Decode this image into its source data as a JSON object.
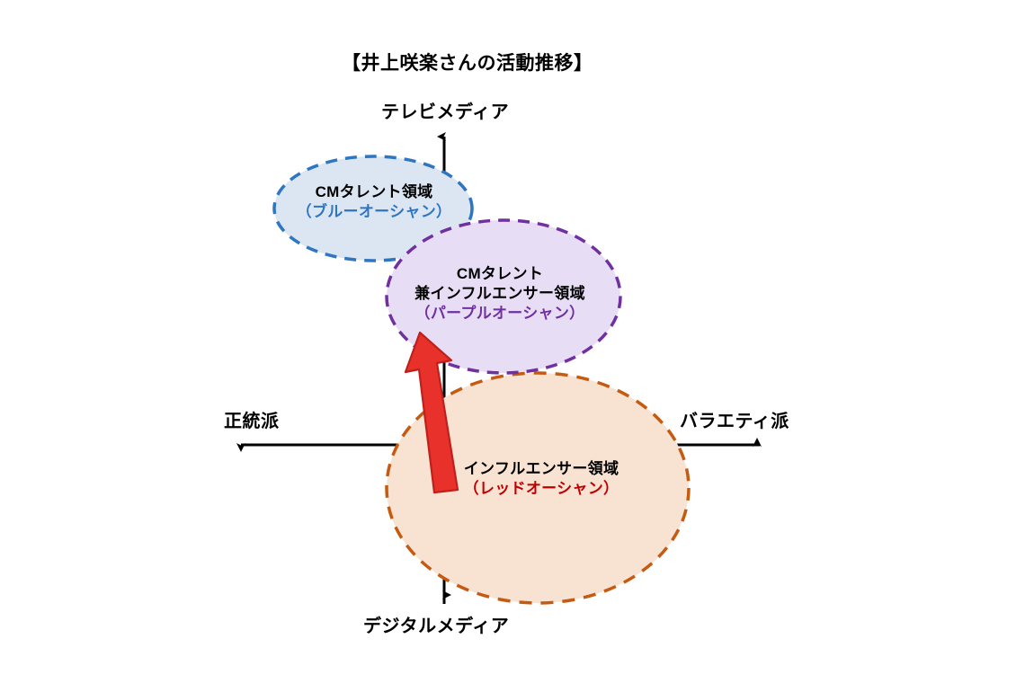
{
  "chart_data": {
    "type": "diagram",
    "title": "【井上咲楽さんの活動推移】",
    "axes": {
      "vertical": {
        "top_label": "テレビメディア",
        "bottom_label": "デジタルメディア"
      },
      "horizontal": {
        "left_label": "正統派",
        "right_label": "バラエティ派"
      }
    },
    "zones": [
      {
        "id": "blue",
        "title": "CMタレント領域",
        "subtitle": "（ブルーオーシャン）",
        "fill": "#dce6f2",
        "stroke": "#2e75c2",
        "subtitle_color": "#2e75c2",
        "center": [
          415,
          232
        ],
        "radii": [
          110,
          58
        ]
      },
      {
        "id": "purple",
        "title_line1": "CMタレント",
        "title_line2": "兼インフルエンサー領域",
        "subtitle": "（パープルオーシャン）",
        "fill": "#e7def6",
        "stroke": "#7030a0",
        "subtitle_color": "#7030a0",
        "center": [
          560,
          330
        ],
        "radii": [
          130,
          85
        ]
      },
      {
        "id": "orange",
        "title": "インフルエンサー領域",
        "subtitle": "（レッドオーシャン）",
        "fill": "#f8e3d3",
        "stroke": "#c55a11",
        "subtitle_color": "#c00000",
        "center": [
          598,
          543
        ],
        "radii": [
          168,
          128
        ]
      }
    ],
    "transition_arrow": {
      "color": "#e8312a",
      "from": [
        497,
        548
      ],
      "to": [
        467,
        370
      ],
      "meaning": "インフルエンサー領域からCMタレント兼インフルエンサー領域への移行"
    }
  },
  "title": {
    "text": "【井上咲楽さんの活動推移】"
  },
  "axes": {
    "top": "テレビメディア",
    "bottom": "デジタルメディア",
    "left": "正統派",
    "right": "バラエティ派"
  },
  "zones": {
    "blue": {
      "title": "CMタレント領域",
      "subtitle": "（ブルーオーシャン）"
    },
    "purple": {
      "title_line1": "CMタレント",
      "title_line2": "兼インフルエンサー領域",
      "subtitle": "（パープルオーシャン）"
    },
    "orange": {
      "title": "インフルエンサー領域",
      "subtitle": "（レッドオーシャン）"
    }
  },
  "colors": {
    "blue_fill": "#dce6f2",
    "blue_stroke": "#2e75c2",
    "purple_fill": "#e7def6",
    "purple_stroke": "#7030a0",
    "orange_fill": "#f8e3d3",
    "orange_stroke": "#c55a11",
    "arrow_red": "#e8312a",
    "axis_black": "#000000"
  }
}
